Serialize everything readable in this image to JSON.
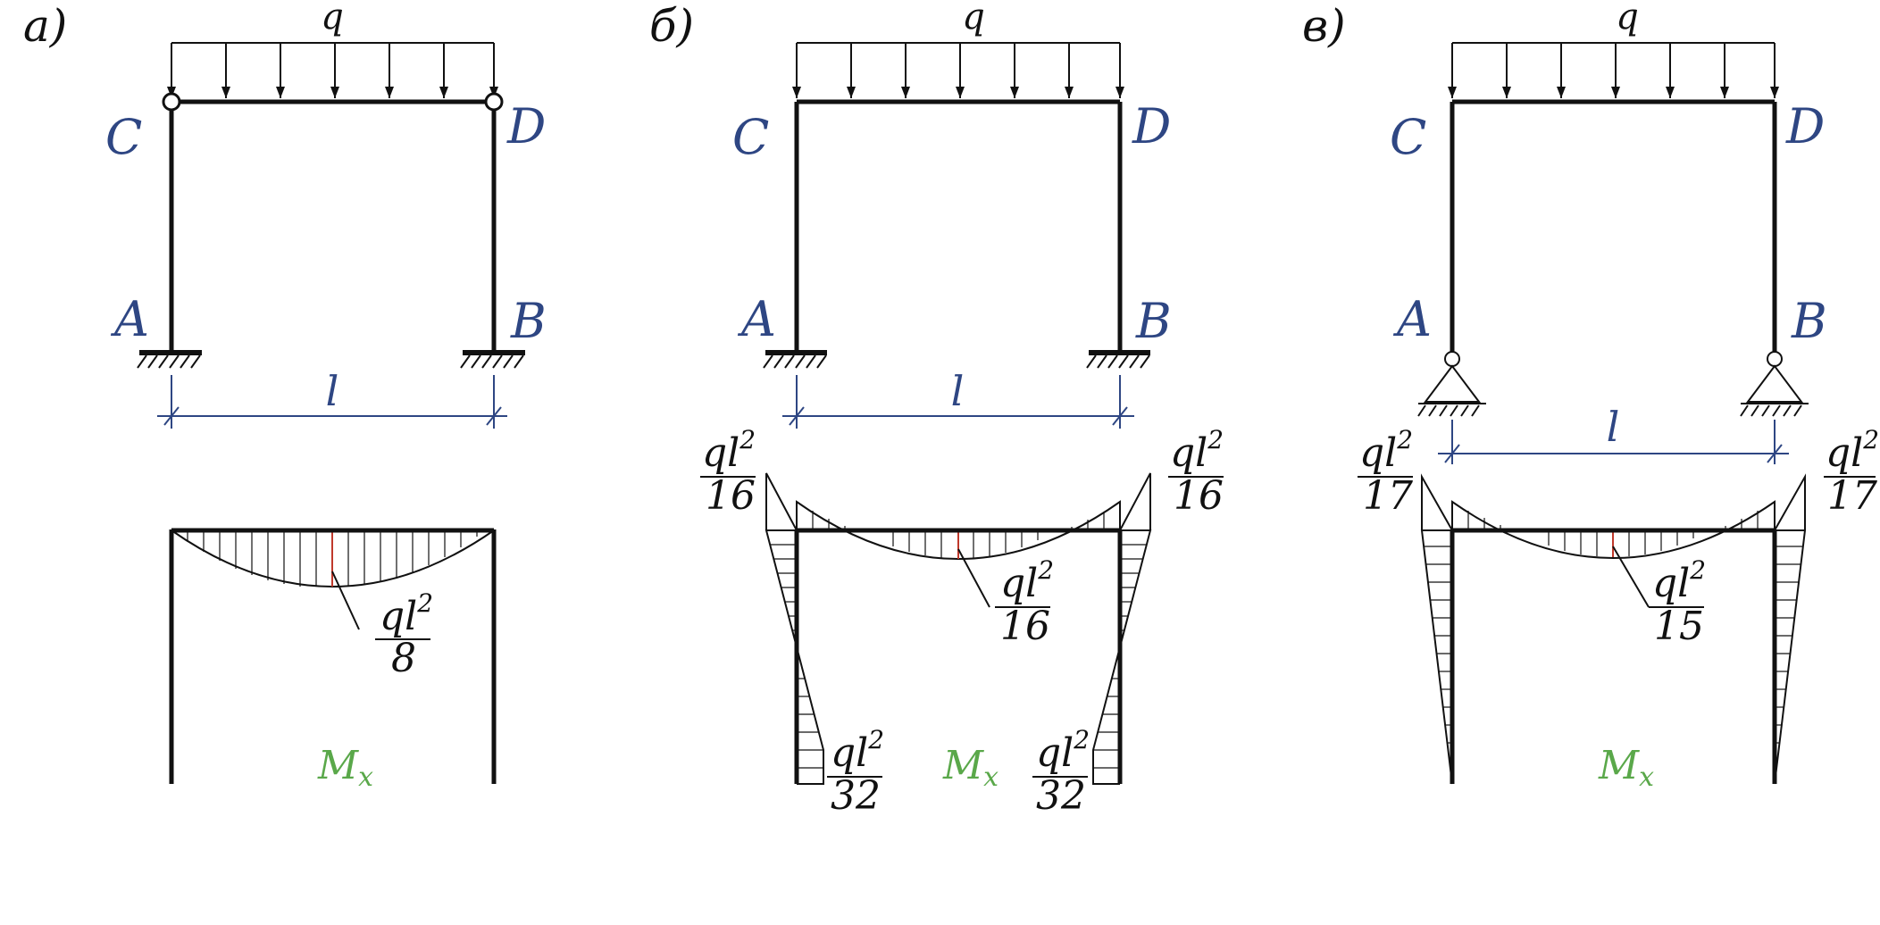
{
  "colors": {
    "node_label": "#2e4683",
    "dimension": "#2e4683",
    "moment_label": "#5aa84a",
    "max_ordinate": "#c0392b",
    "member": "#111111"
  },
  "panels": [
    {
      "label": "а)",
      "load": "q",
      "nodes": {
        "A": "A",
        "B": "B",
        "C": "C",
        "D": "D"
      },
      "span": "l",
      "supports": "fixed",
      "diagram_label": {
        "main": "M",
        "sub": "x"
      },
      "values": {
        "beam_mid": {
          "num": "ql",
          "exp": "2",
          "den": "8"
        }
      }
    },
    {
      "label": "б)",
      "load": "q",
      "nodes": {
        "A": "A",
        "B": "B",
        "C": "C",
        "D": "D"
      },
      "span": "l",
      "supports": "fixed",
      "diagram_label": {
        "main": "M",
        "sub": "x"
      },
      "values": {
        "corner_left": {
          "num": "ql",
          "exp": "2",
          "den": "16"
        },
        "corner_right": {
          "num": "ql",
          "exp": "2",
          "den": "16"
        },
        "beam_mid": {
          "num": "ql",
          "exp": "2",
          "den": "16"
        },
        "base_left": {
          "num": "ql",
          "exp": "2",
          "den": "32"
        },
        "base_right": {
          "num": "ql",
          "exp": "2",
          "den": "32"
        }
      }
    },
    {
      "label": "в)",
      "load": "q",
      "nodes": {
        "A": "A",
        "B": "B",
        "C": "C",
        "D": "D"
      },
      "span": "l",
      "supports": "pinned",
      "diagram_label": {
        "main": "M",
        "sub": "x"
      },
      "values": {
        "corner_left": {
          "num": "ql",
          "exp": "2",
          "den": "17"
        },
        "corner_right": {
          "num": "ql",
          "exp": "2",
          "den": "17"
        },
        "beam_mid": {
          "num": "ql",
          "exp": "2",
          "den": "15"
        }
      }
    }
  ]
}
